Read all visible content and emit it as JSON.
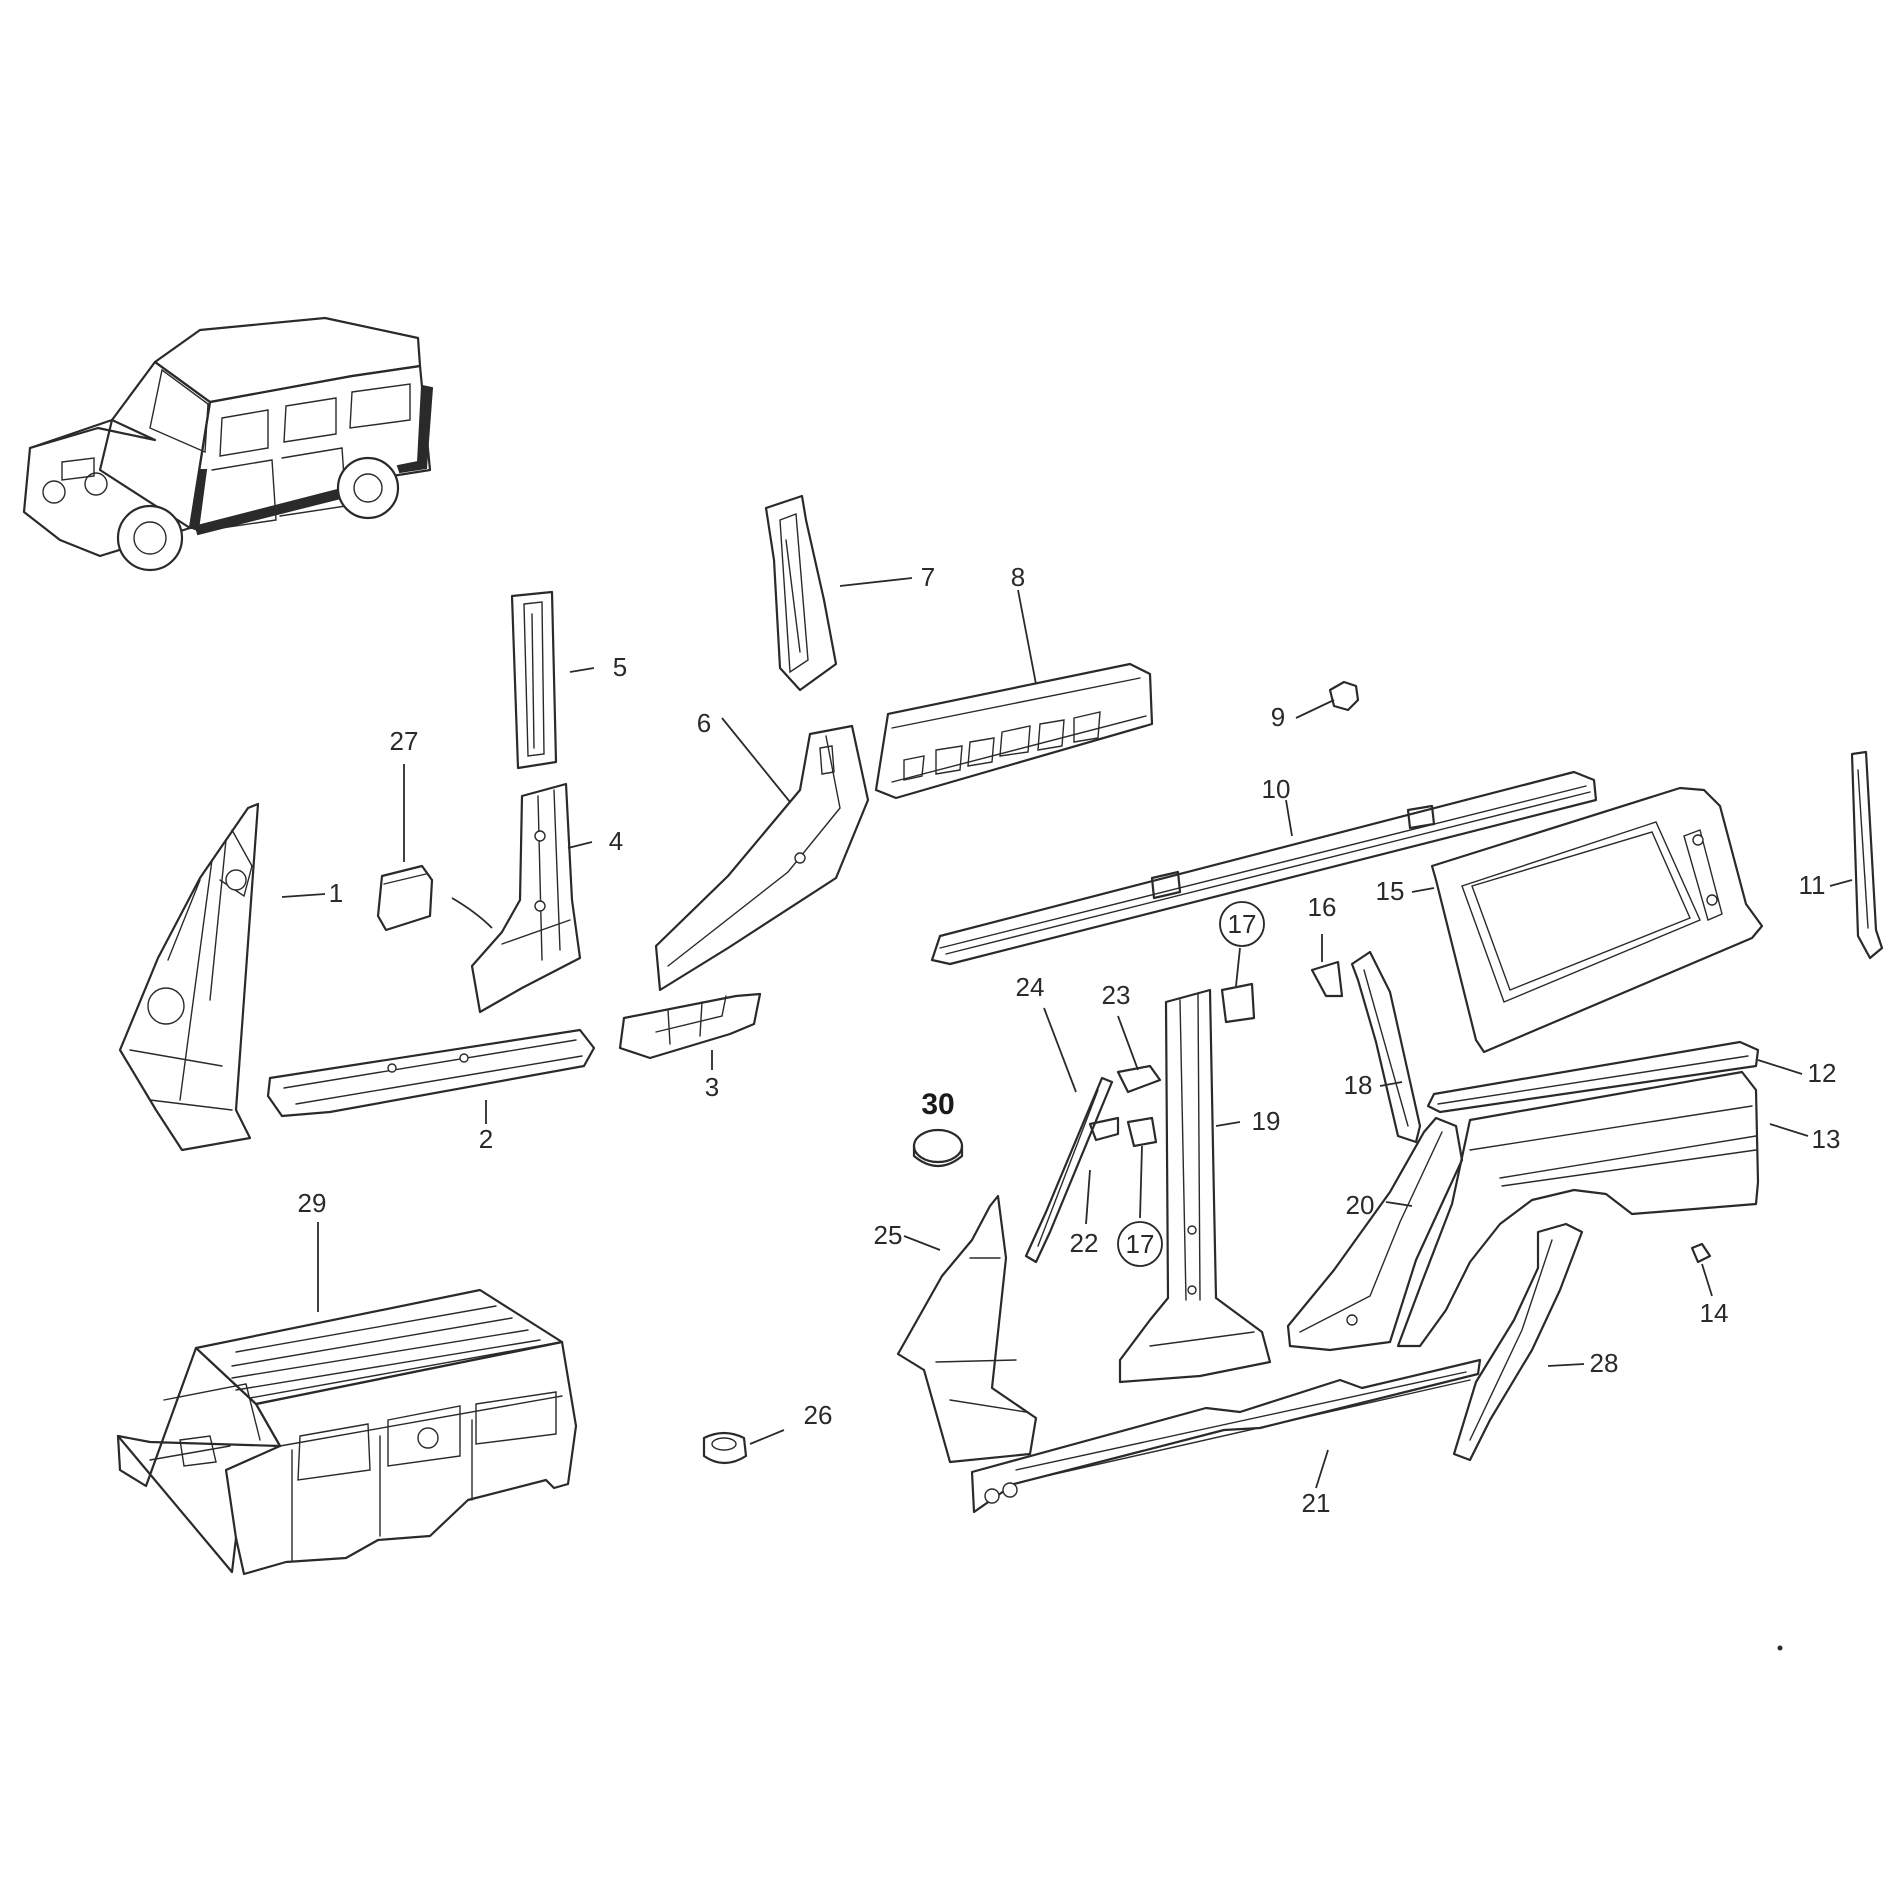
{
  "callouts": {
    "c1": "1",
    "c2": "2",
    "c3": "3",
    "c4": "4",
    "c5": "5",
    "c6": "6",
    "c7": "7",
    "c8": "8",
    "c9": "9",
    "c10": "10",
    "c11": "11",
    "c12": "12",
    "c13": "13",
    "c14": "14",
    "c15": "15",
    "c16": "16",
    "c17a": "17",
    "c17b": "17",
    "c18": "18",
    "c19": "19",
    "c20": "20",
    "c21": "21",
    "c22": "22",
    "c23": "23",
    "c24": "24",
    "c25": "25",
    "c26": "26",
    "c27": "27",
    "c28": "28",
    "c29": "29",
    "c30": "30"
  }
}
